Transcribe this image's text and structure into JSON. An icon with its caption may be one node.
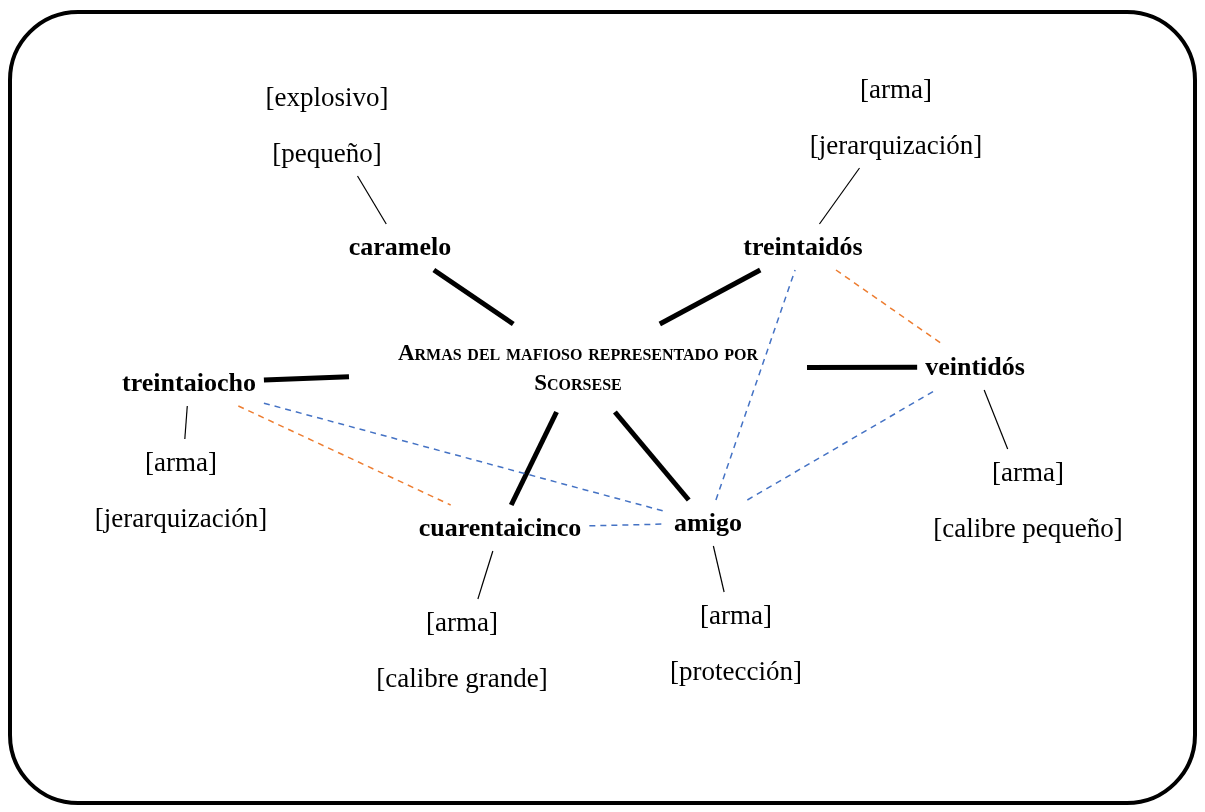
{
  "diagram": {
    "nodes": [
      {
        "text": [
          "Armas del mafioso representado por Scorsese"
        ]
      },
      {
        "text": [
          "caramelo"
        ]
      },
      {
        "text": [
          "treintaidós"
        ]
      },
      {
        "text": [
          "treintaiocho"
        ]
      },
      {
        "text": [
          "veintidós"
        ]
      },
      {
        "text": [
          "cuarentaicinco"
        ]
      },
      {
        "text": [
          "amigo"
        ]
      },
      {
        "text": [
          "[explosivo]",
          "[pequeño]"
        ]
      },
      {
        "text": [
          "[arma]",
          "[jerarquización]"
        ]
      },
      {
        "text": [
          "[arma]",
          "[jerarquización]"
        ]
      },
      {
        "text": [
          "[arma]",
          "[calibre grande]"
        ]
      },
      {
        "text": [
          "[arma]",
          "[protección]"
        ]
      },
      {
        "text": [
          "[arma]",
          "[calibre pequeño]"
        ]
      }
    ],
    "edges": [
      {
        "from": 0,
        "to": 1,
        "arrow": "none",
        "style": "thick"
      },
      {
        "from": 0,
        "to": 2,
        "arrow": "none",
        "style": "thick"
      },
      {
        "from": 0,
        "to": 3,
        "arrow": "none",
        "style": "thick"
      },
      {
        "from": 0,
        "to": 4,
        "arrow": "none",
        "style": "thick"
      },
      {
        "from": 0,
        "to": 5,
        "arrow": "none",
        "style": "thick"
      },
      {
        "from": 0,
        "to": 6,
        "arrow": "none",
        "style": "thick"
      },
      {
        "from": 1,
        "to": 7,
        "arrow": "none"
      },
      {
        "from": 2,
        "to": 8,
        "arrow": "none"
      },
      {
        "from": 3,
        "to": 9,
        "arrow": "none"
      },
      {
        "from": 5,
        "to": 10,
        "arrow": "none"
      },
      {
        "from": 6,
        "to": 11,
        "arrow": "none"
      },
      {
        "from": 4,
        "to": 12,
        "arrow": "none"
      },
      {
        "from": 2,
        "to": 4,
        "arrow": "none",
        "style": "dashed",
        "color": "#ed7d31"
      },
      {
        "from": 3,
        "to": 5,
        "arrow": "none",
        "style": "dashed",
        "color": "#ed7d31"
      },
      {
        "from": 3,
        "to": 6,
        "arrow": "none",
        "style": "dashed",
        "color": "#4472c4"
      },
      {
        "from": 5,
        "to": 6,
        "arrow": "none",
        "style": "dashed",
        "color": "#4472c4"
      },
      {
        "from": 6,
        "to": 2,
        "arrow": "none",
        "style": "dashed",
        "color": "#4472c4"
      },
      {
        "from": 6,
        "to": 4,
        "arrow": "none",
        "style": "dashed",
        "color": "#4472c4"
      }
    ]
  }
}
